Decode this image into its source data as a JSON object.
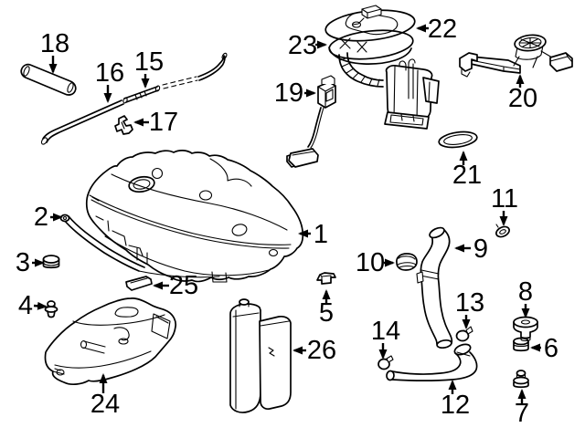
{
  "diagram": {
    "kind": "exploded-parts-diagram",
    "background_color": "#ffffff",
    "line_color": "#000000",
    "callouts": [
      {
        "label": "1"
      },
      {
        "label": "2"
      },
      {
        "label": "3"
      },
      {
        "label": "4"
      },
      {
        "label": "5"
      },
      {
        "label": "6"
      },
      {
        "label": "7"
      },
      {
        "label": "8"
      },
      {
        "label": "9"
      },
      {
        "label": "10"
      },
      {
        "label": "11"
      },
      {
        "label": "12"
      },
      {
        "label": "13"
      },
      {
        "label": "14"
      },
      {
        "label": "15"
      },
      {
        "label": "16"
      },
      {
        "label": "17"
      },
      {
        "label": "18"
      },
      {
        "label": "19"
      },
      {
        "label": "20"
      },
      {
        "label": "21"
      },
      {
        "label": "22"
      },
      {
        "label": "23"
      },
      {
        "label": "24"
      },
      {
        "label": "25"
      },
      {
        "label": "26"
      }
    ]
  }
}
